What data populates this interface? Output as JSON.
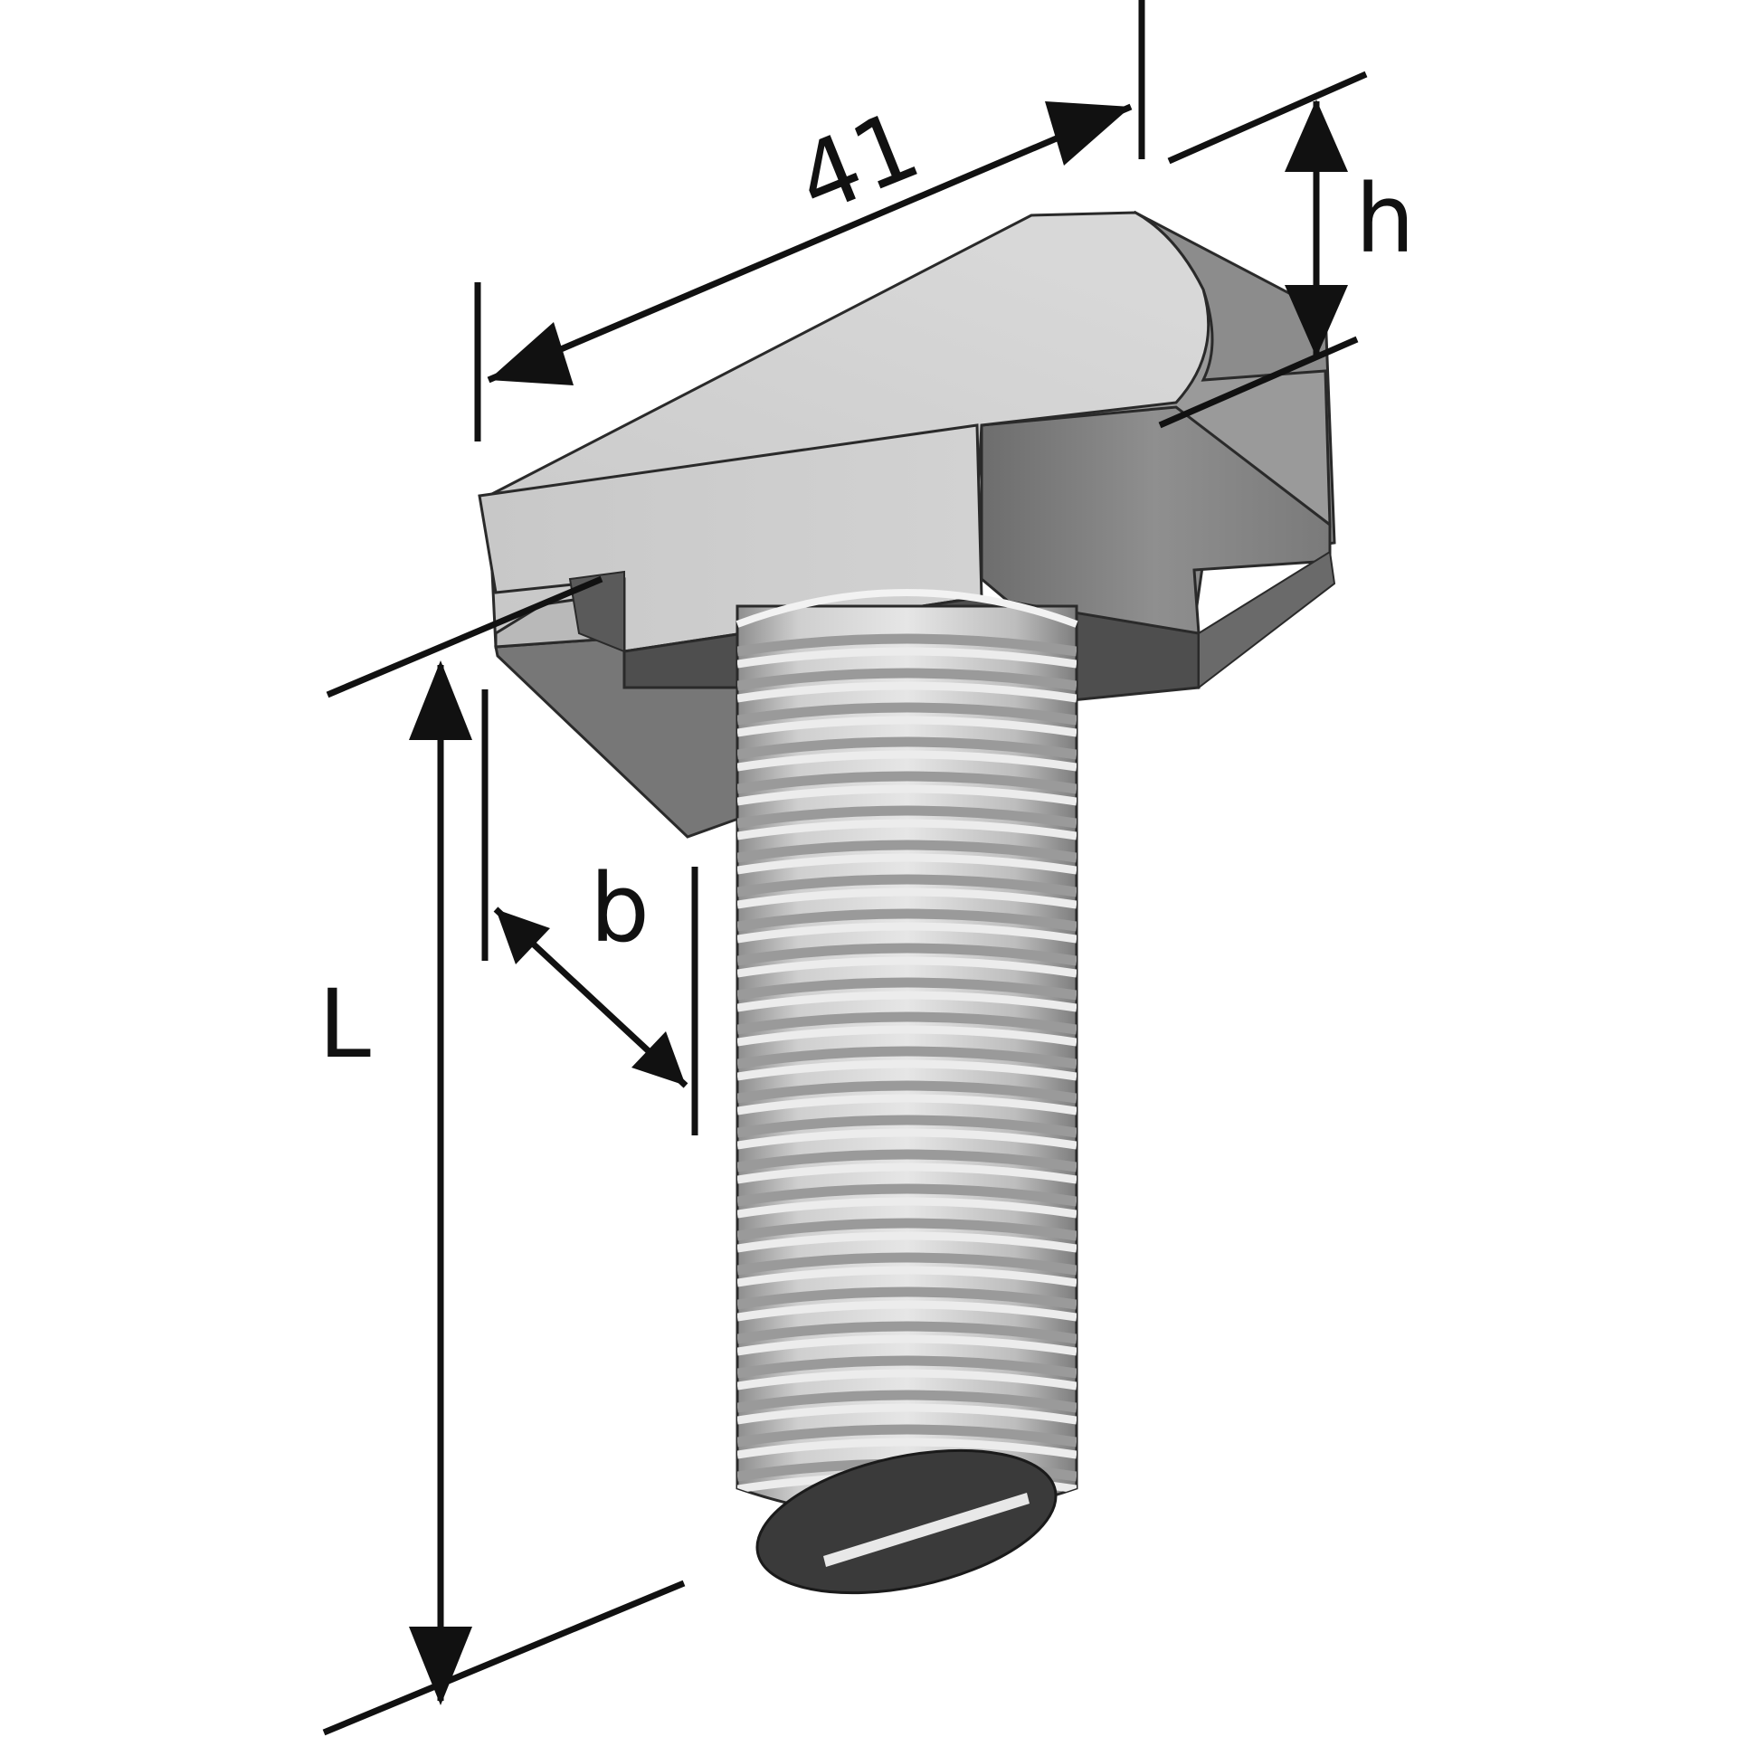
{
  "diagram": {
    "subject": "hammer-head-t-bolt",
    "dimensions": {
      "length_label": "41",
      "height_label": "h",
      "width_label": "b",
      "bolt_length_label": "L"
    },
    "colors": {
      "line": "#111111",
      "head_top": "#cdcdcd",
      "head_front": "#c6c6c6",
      "head_side": "#8a8a8a",
      "head_dark": "#555555",
      "thread_light": "#d4d4d4",
      "thread_dark": "#9a9a9a",
      "bolt_end": "#3a3a3a",
      "slot": "#e8e8e8"
    }
  }
}
